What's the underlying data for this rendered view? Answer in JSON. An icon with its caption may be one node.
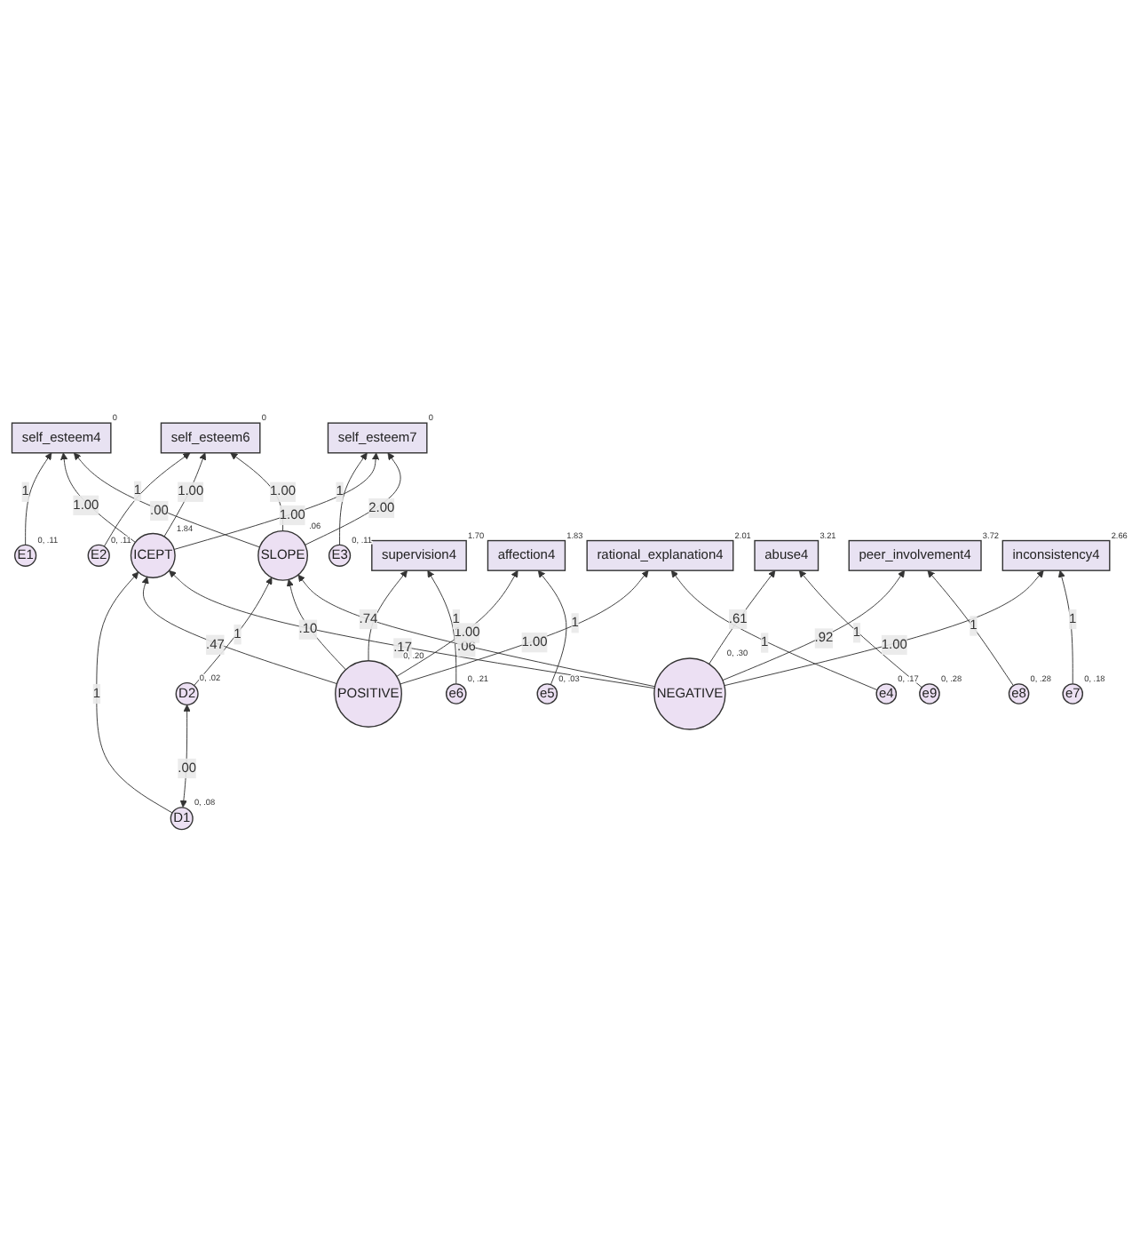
{
  "diagram": {
    "nodes": [
      {
        "text": [
          "E1"
        ],
        "beside": [
          "0, .11"
        ]
      },
      {
        "text": [
          "E2"
        ],
        "beside": [
          "0, .11"
        ]
      },
      {
        "text": [
          "E3"
        ],
        "beside": [
          "0, .11"
        ]
      },
      {
        "text": [
          "self_esteem4"
        ],
        "beside": [
          "0"
        ]
      },
      {
        "text": [
          "self_esteem6"
        ],
        "beside": [
          "0"
        ]
      },
      {
        "text": [
          "self_esteem7"
        ],
        "beside": [
          "0"
        ]
      },
      {
        "text": [
          "D1"
        ],
        "beside": [
          "0, .08"
        ]
      },
      {
        "text": [
          "ICEPT"
        ],
        "beside": [
          "1.84"
        ]
      },
      {
        "text": [
          "SLOPE"
        ],
        "beside": [
          ".06"
        ]
      },
      {
        "text": [
          "D2"
        ],
        "beside": [
          "0, .02"
        ]
      },
      {
        "text": [
          "POSITIVE"
        ],
        "beside": [
          "0, .20"
        ]
      },
      {
        "text": [
          "NEGATIVE"
        ],
        "beside": [
          "0, .30"
        ]
      },
      {
        "text": [
          "supervision4"
        ],
        "beside": [
          "1.70"
        ]
      },
      {
        "text": [
          "affection4"
        ],
        "beside": [
          "1.83"
        ]
      },
      {
        "text": [
          "rational_explanation4"
        ],
        "beside": [
          "2.01"
        ]
      },
      {
        "text": [
          "abuse4"
        ],
        "beside": [
          "3.21"
        ]
      },
      {
        "text": [
          "peer_involvement4"
        ],
        "beside": [
          "3.72"
        ]
      },
      {
        "text": [
          "inconsistency4"
        ],
        "beside": [
          "2.66"
        ]
      },
      {
        "text": [
          "e6"
        ],
        "beside": [
          "0, .21"
        ]
      },
      {
        "text": [
          "e5"
        ],
        "beside": [
          "0, .03"
        ]
      },
      {
        "text": [
          "e4"
        ],
        "beside": [
          "0, .17"
        ]
      },
      {
        "text": [
          "e9"
        ],
        "beside": [
          "0, .28"
        ]
      },
      {
        "text": [
          "e8"
        ],
        "beside": [
          "0, .28"
        ]
      },
      {
        "text": [
          "e7"
        ],
        "beside": [
          "0, .18"
        ]
      }
    ],
    "edges": [
      {
        "from": 0,
        "to": 3,
        "arrow": "to",
        "label": "1"
      },
      {
        "from": 1,
        "to": 4,
        "arrow": "to",
        "label": "1"
      },
      {
        "from": 2,
        "to": 5,
        "arrow": "to",
        "label": "1"
      },
      {
        "from": 6,
        "to": 9,
        "arrow": "both",
        "label": ".00"
      },
      {
        "from": 7,
        "to": 3,
        "arrow": "to",
        "label": "1.00"
      },
      {
        "from": 7,
        "to": 4,
        "arrow": "to",
        "label": "1.00"
      },
      {
        "from": 7,
        "to": 5,
        "arrow": "to",
        "label": "1.00"
      },
      {
        "from": 8,
        "to": 3,
        "arrow": "to",
        "label": ".00"
      },
      {
        "from": 8,
        "to": 4,
        "arrow": "to",
        "label": "1.00"
      },
      {
        "from": 8,
        "to": 5,
        "arrow": "to",
        "label": "2.00"
      },
      {
        "from": 6,
        "to": 7,
        "arrow": "to",
        "label": "1"
      },
      {
        "from": 9,
        "to": 8,
        "arrow": "to",
        "label": "1"
      },
      {
        "from": 10,
        "to": 7,
        "arrow": "to",
        "label": ".47"
      },
      {
        "from": 10,
        "to": 8,
        "arrow": "to",
        "label": ".10"
      },
      {
        "from": 11,
        "to": 7,
        "arrow": "to",
        "label": ".17"
      },
      {
        "from": 11,
        "to": 8,
        "arrow": "to",
        "label": ".06"
      },
      {
        "from": 10,
        "to": 12,
        "arrow": "to",
        "label": ".74"
      },
      {
        "from": 10,
        "to": 13,
        "arrow": "to",
        "label": "1.00"
      },
      {
        "from": 10,
        "to": 14,
        "arrow": "to",
        "label": "1.00"
      },
      {
        "from": 11,
        "to": 15,
        "arrow": "to",
        "label": ".61"
      },
      {
        "from": 11,
        "to": 16,
        "arrow": "to",
        "label": ".92"
      },
      {
        "from": 11,
        "to": 17,
        "arrow": "to",
        "label": "1.00"
      },
      {
        "from": 18,
        "to": 12,
        "arrow": "to",
        "label": "1"
      },
      {
        "from": 19,
        "to": 13,
        "arrow": "to",
        "label": "1"
      },
      {
        "from": 20,
        "to": 14,
        "arrow": "to",
        "label": "1"
      },
      {
        "from": 21,
        "to": 15,
        "arrow": "to",
        "label": "1"
      },
      {
        "from": 22,
        "to": 16,
        "arrow": "to",
        "label": "1"
      },
      {
        "from": 23,
        "to": 17,
        "arrow": "to",
        "label": "1"
      }
    ]
  }
}
